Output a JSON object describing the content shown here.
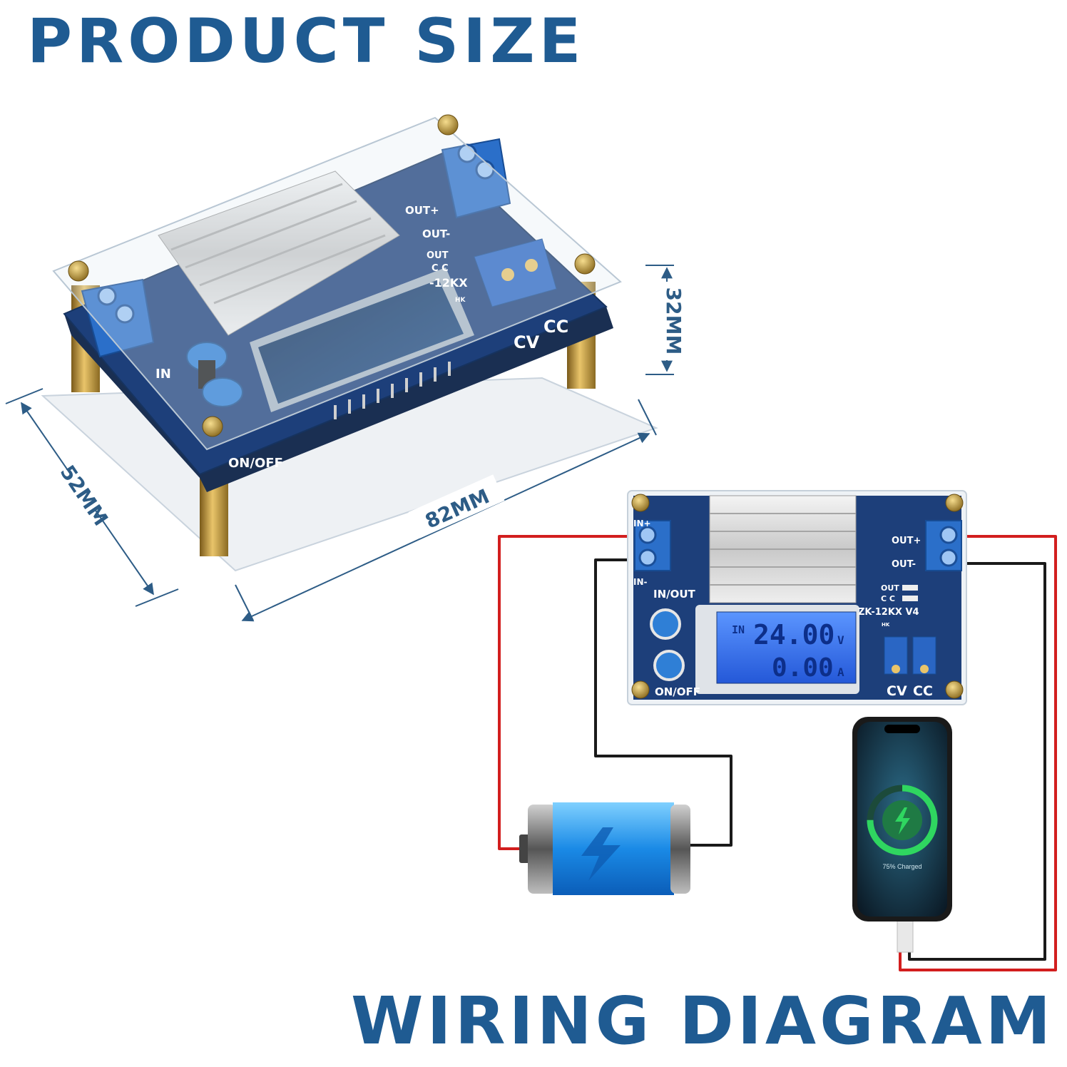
{
  "titles": {
    "product_size": "PRODUCT SIZE",
    "wiring_diagram": "WIRING DIAGRAM"
  },
  "dimensions": {
    "length": "82MM",
    "width": "52MM",
    "height": "32MM"
  },
  "board_labels": {
    "out_plus": "OUT+",
    "out_minus": "OUT-",
    "in_plus": "IN+",
    "in_minus": "IN-",
    "in_out": "IN/OUT",
    "on_off": "ON/OFF",
    "cv": "CV",
    "cc": "CC",
    "led_out": "OUT",
    "led_cc": "C C",
    "model": "ZK-12KX  V4",
    "model_partial": "-12KX",
    "hk": "HK"
  },
  "lcd": {
    "in": "IN",
    "voltage": "24.00",
    "volt_unit": "V",
    "current": "0.00",
    "amp_unit": "A"
  },
  "phone": {
    "status": "75% Charged"
  },
  "colors": {
    "title": "#1f5b92",
    "pcb": "#1d3f7a",
    "terminal": "#2b6fc9",
    "lcd": "#2f6fe6",
    "wire_positive": "#d21e1e",
    "wire_negative": "#1a1a1a",
    "charge_ring": "#2fd660"
  }
}
